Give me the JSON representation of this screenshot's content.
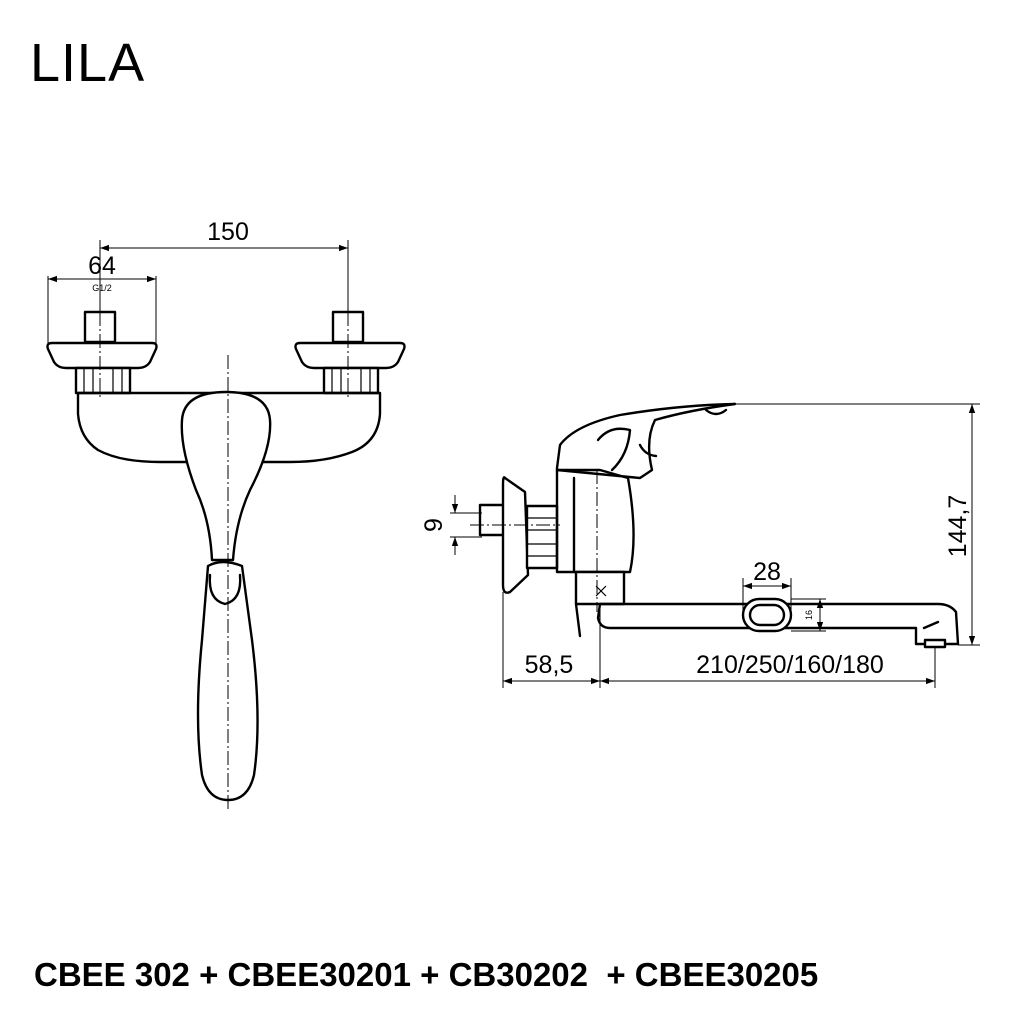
{
  "title": "LILA",
  "footer": "CBEE 302 + CBEE30201 + CB30202  + CBEE30205",
  "front_view": {
    "dim_center_distance": "150",
    "dim_flange": "64",
    "thread": "G1/2"
  },
  "side_view": {
    "dim_height": "144,7",
    "dim_connector": "9",
    "dim_spout_width": "28",
    "dim_spout_height": "16",
    "dim_wall": "58,5",
    "dim_spout_length": "210/250/160/180"
  }
}
